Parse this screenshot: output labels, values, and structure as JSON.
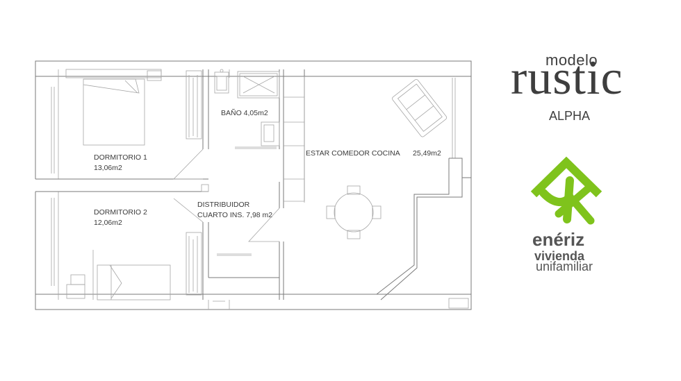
{
  "rooms": {
    "bano": "BAÑO 4,05m2",
    "dorm1_name": "DORMITORIO 1",
    "dorm1_area": "13,06m2",
    "dorm2_name": "DORMITORIO 2",
    "dorm2_area": "12,06m2",
    "distribuidor": "DISTRIBUIDOR",
    "cuarto": "CUARTO INS. 7,98 m2",
    "estar": "ESTAR  COMEDOR  COCINA",
    "estar_area": "25,49m2"
  },
  "brand": {
    "modelo": "modelo",
    "model_name": "rustic",
    "variant": "ALPHA"
  },
  "company": {
    "name": "enériz",
    "tagline_1": "vivienda",
    "tagline_2": "unifamiliar",
    "logo_color": "#7fc31c"
  }
}
